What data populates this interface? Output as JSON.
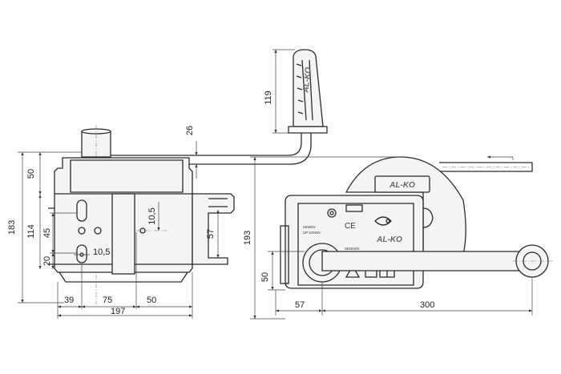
{
  "front_view": {
    "dim_height_total": "183",
    "dim_height_upper": "50",
    "dim_height_mid": "114",
    "dim_hole_spacing": "45",
    "dim_hole_bottom": "20",
    "dim_hole_dia": "10,5",
    "dim_slot_dia": "10,5",
    "dim_crank_offset": "26",
    "dim_handle_height": "119",
    "dim_side_57": "57",
    "dim_bottom_39": "39",
    "dim_bottom_75": "75",
    "dim_bottom_50": "50",
    "dim_width_total": "197",
    "handle_brand": "AL-KO"
  },
  "side_view": {
    "dim_height": "193",
    "dim_axis_height": "50",
    "dim_axis_offset": "57",
    "dim_arm_length": "300",
    "drum_brand": "AL-KO",
    "plate_brand": "AL-KO",
    "label_ce": "CE",
    "label_heben": "HEBEN",
    "label_up_down": "UP DOWN",
    "label_senken": "SENKEN"
  }
}
